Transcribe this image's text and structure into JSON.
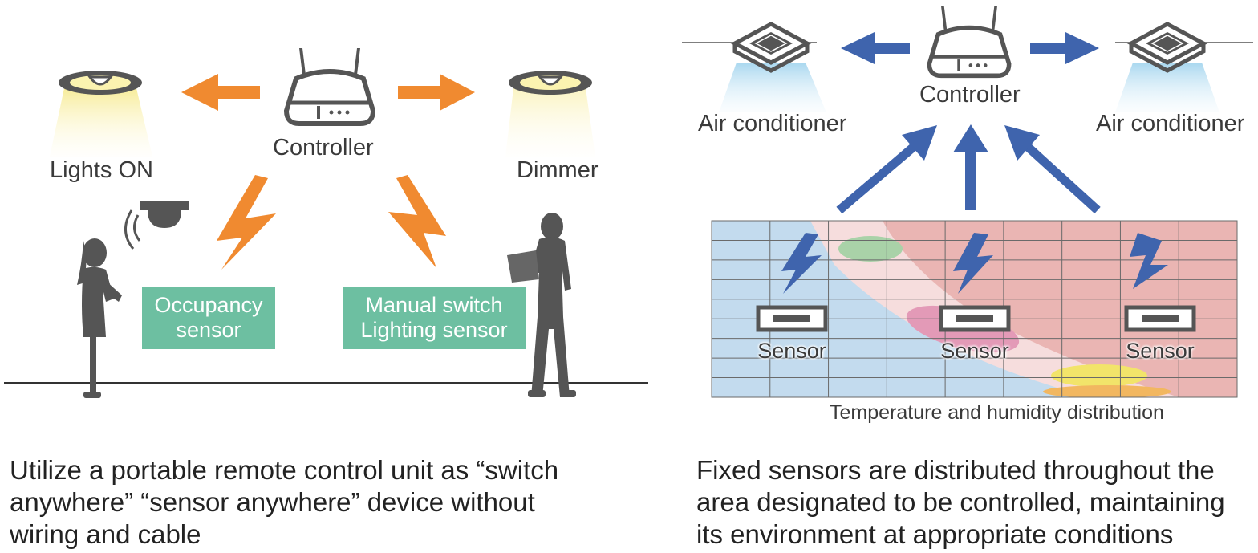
{
  "left_panel": {
    "controller_label": "Controller",
    "lights_on_label": "Lights ON",
    "dimmer_label": "Dimmer",
    "occupancy_box": {
      "line1": "Occupancy",
      "line2": "sensor"
    },
    "manual_box": {
      "line1": "Manual switch",
      "line2": "Lighting sensor"
    },
    "caption": {
      "line1": "Utilize a portable remote control unit as “switch",
      "line2": "anywhere” “sensor anywhere” device without",
      "line3": "wiring and cable"
    }
  },
  "right_panel": {
    "controller_label": "Controller",
    "ac_left_label": "Air conditioner",
    "ac_right_label": "Air conditioner",
    "sensor_labels": [
      "Sensor",
      "Sensor",
      "Sensor"
    ],
    "distribution_label": "Temperature and humidity distribution",
    "caption": {
      "line1": "Fixed sensors are distributed throughout the",
      "line2": "area designated to be controlled, maintaining",
      "line3": "its environment at appropriate conditions"
    }
  },
  "colors": {
    "orange_accent": "#f08a30",
    "blue_accent": "#3f64ad",
    "green_label": "#6dbfa1",
    "cool_zone": "#c3dbee",
    "warm_zone": "#eab5b3"
  }
}
